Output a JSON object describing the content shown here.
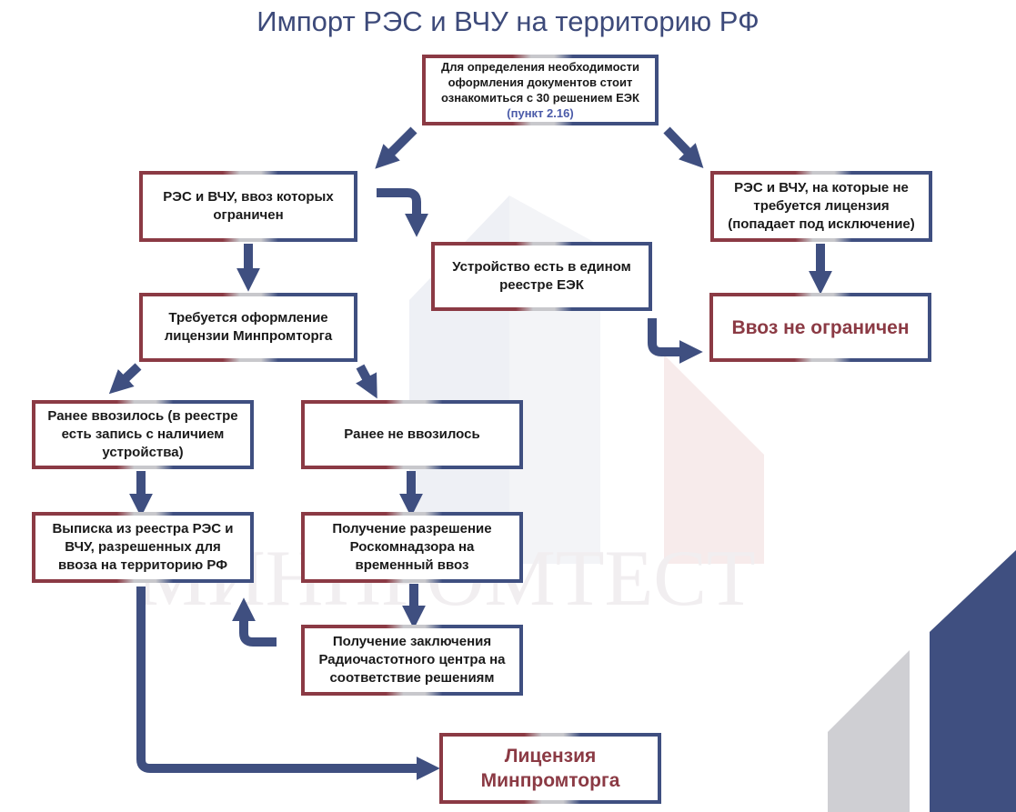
{
  "title": "Импорт РЭС и ВЧУ на территорию РФ",
  "watermark": "МИНПРОМТЕСТ",
  "colors": {
    "red": "#8b3a44",
    "blue": "#3f4f80",
    "gray": "#c8c8cc",
    "title": "#3d4a7a"
  },
  "nodes": {
    "start": {
      "text": "Для определения необходимости оформления документов стоит ознакомиться с 30 решением ЕЭК",
      "note": "(пункт 2.16)"
    },
    "restricted": {
      "text": "РЭС и ВЧУ, ввоз которых ограничен"
    },
    "exempt": {
      "text": "РЭС и ВЧУ, на которые не требуется лицензия (попадает под исключение)"
    },
    "registry": {
      "text": "Устройство есть в едином реестре ЕЭК"
    },
    "not_restricted": {
      "text": "Ввоз не ограничен"
    },
    "license_needed": {
      "text": "Требуется оформление лицензии Минпромторга"
    },
    "previously": {
      "text": "Ранее ввозилось (в реестре есть запись с наличием устройства)"
    },
    "not_previously": {
      "text": "Ранее не ввозилось"
    },
    "extract": {
      "text": "Выписка из реестра РЭС и ВЧУ, разрешенных для ввоза на территорию РФ"
    },
    "rkn": {
      "text": "Получение разрешение Роскомнадзора на временный ввоз"
    },
    "rfc": {
      "text": "Получение заключения Радиочастотного центра на соответствие решениям"
    },
    "license": {
      "text": "Лицензия Минпромторга"
    }
  }
}
